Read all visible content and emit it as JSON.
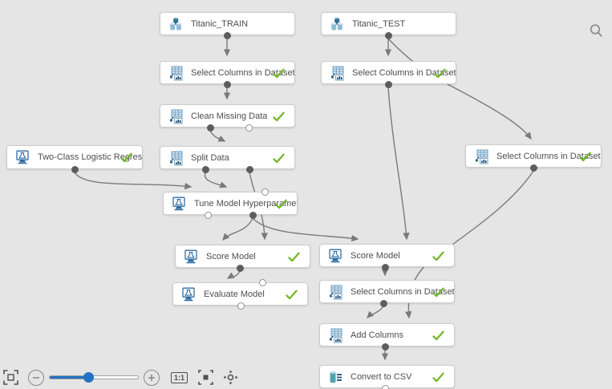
{
  "app": "Azure ML Studio experiment canvas",
  "colors": {
    "canvas_bg": "#e5e5e5",
    "node_bg": "#ffffff",
    "node_border": "#cdcdcd",
    "edge": "#7a7a7a",
    "check_green": "#72b626",
    "icon_blue": "#2e6da4",
    "icon_light_blue": "#cfe2ef",
    "icon_teal": "#4fa3b0",
    "slider_blue": "#2272c3"
  },
  "nodes": [
    {
      "id": "titanic-train",
      "label": "Titanic_TRAIN",
      "icon": "dataset-icon",
      "status": "none"
    },
    {
      "id": "titanic-test",
      "label": "Titanic_TEST",
      "icon": "dataset-icon",
      "status": "none"
    },
    {
      "id": "select-columns-train",
      "label": "Select Columns in Dataset",
      "icon": "transform-icon",
      "status": "complete"
    },
    {
      "id": "select-columns-test",
      "label": "Select Columns in Dataset",
      "icon": "transform-icon",
      "status": "complete"
    },
    {
      "id": "clean-missing-data",
      "label": "Clean Missing Data",
      "icon": "transform-icon",
      "status": "complete"
    },
    {
      "id": "two-class-logistic-regression",
      "label": "Two-Class Logistic Regression",
      "icon": "ml-icon",
      "status": "complete"
    },
    {
      "id": "split-data",
      "label": "Split Data",
      "icon": "transform-icon",
      "status": "complete"
    },
    {
      "id": "select-columns-right",
      "label": "Select Columns in Dataset",
      "icon": "transform-icon",
      "status": "complete"
    },
    {
      "id": "tune-model-hyperparameters",
      "label": "Tune Model Hyperparameters",
      "icon": "ml-icon",
      "status": "complete"
    },
    {
      "id": "score-model-left",
      "label": "Score Model",
      "icon": "ml-icon",
      "status": "complete"
    },
    {
      "id": "score-model-right",
      "label": "Score Model",
      "icon": "ml-icon",
      "status": "complete"
    },
    {
      "id": "evaluate-model",
      "label": "Evaluate Model",
      "icon": "ml-icon",
      "status": "complete"
    },
    {
      "id": "select-columns-bottom",
      "label": "Select Columns in Dataset",
      "icon": "transform-icon",
      "status": "complete"
    },
    {
      "id": "add-columns",
      "label": "Add Columns",
      "icon": "transform-icon",
      "status": "complete"
    },
    {
      "id": "convert-to-csv",
      "label": "Convert to CSV",
      "icon": "csv-icon",
      "status": "complete"
    }
  ],
  "edges": [
    {
      "from": "titanic-train",
      "to": "select-columns-train"
    },
    {
      "from": "select-columns-train",
      "to": "clean-missing-data"
    },
    {
      "from": "clean-missing-data",
      "to": "split-data"
    },
    {
      "from": "two-class-logistic-regression",
      "to": "tune-model-hyperparameters"
    },
    {
      "from": "split-data",
      "to": "tune-model-hyperparameters"
    },
    {
      "from": "split-data",
      "to": "score-model-left"
    },
    {
      "from": "tune-model-hyperparameters",
      "to": "score-model-left"
    },
    {
      "from": "tune-model-hyperparameters",
      "to": "score-model-right"
    },
    {
      "from": "score-model-left",
      "to": "evaluate-model"
    },
    {
      "from": "titanic-test",
      "to": "select-columns-test"
    },
    {
      "from": "titanic-test",
      "to": "select-columns-right"
    },
    {
      "from": "select-columns-test",
      "to": "score-model-right"
    },
    {
      "from": "score-model-right",
      "to": "select-columns-bottom"
    },
    {
      "from": "select-columns-right",
      "to": "add-columns"
    },
    {
      "from": "select-columns-bottom",
      "to": "add-columns"
    },
    {
      "from": "add-columns",
      "to": "convert-to-csv"
    }
  ],
  "toolbar": {
    "zoom_reset_label": "1:1",
    "zoom_percent_fill": 43
  }
}
